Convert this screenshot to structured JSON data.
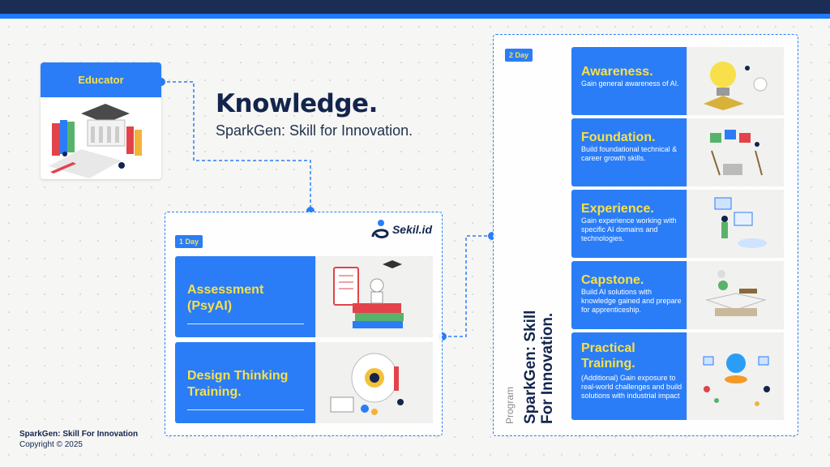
{
  "header": {
    "title": "Knowledge.",
    "subtitle": "SparkGen: Skill for Innovation."
  },
  "educator": {
    "label": "Educator"
  },
  "day1": {
    "tag": "1 Day",
    "brand": "Sekil.id",
    "modules": [
      {
        "label": "Assessment (PsyAI)"
      },
      {
        "label": "Design Thinking Training."
      }
    ]
  },
  "day2": {
    "tag": "2 Day",
    "program_label": "Program",
    "program_name_line1": "SparkGen: Skill",
    "program_name_line2": "For Innovation.",
    "steps": [
      {
        "title": "Awareness.",
        "desc": "Gain general awareness of AI."
      },
      {
        "title": "Foundation.",
        "desc": "Build foundational technical & career growth skills."
      },
      {
        "title": "Experience.",
        "desc": "Gain experience working with specific AI domains and technologies."
      },
      {
        "title": "Capstone.",
        "desc": "Build AI solutions with knowledge gained and prepare for apprenticeship."
      },
      {
        "title": "Practical Training.",
        "desc": "(Additional) Gain exposure to real-world challenges and build solutions with industrial impact"
      }
    ]
  },
  "footer": {
    "line1": "SparkGen: Skill For Innovation",
    "line2": "Copyright © 2025"
  },
  "colors": {
    "accent": "#2a7df7",
    "navy": "#1b2d55",
    "yellow": "#f8e04a"
  }
}
